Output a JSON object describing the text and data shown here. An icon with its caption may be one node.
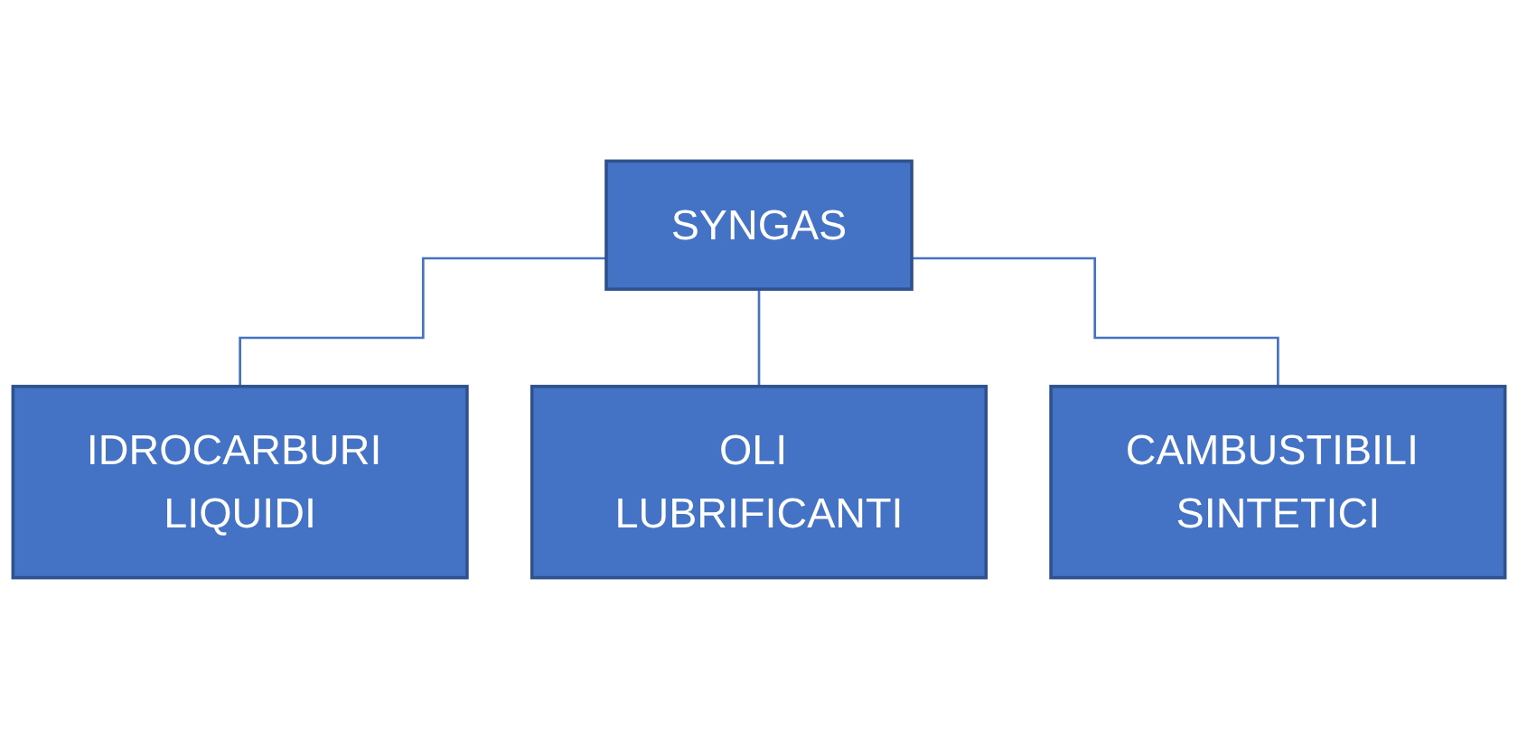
{
  "diagram": {
    "nodes": [
      {
        "text": [
          "SYNGAS"
        ]
      },
      {
        "text": [
          "IDROCARBURI LIQUIDI"
        ]
      },
      {
        "text": [
          "OLI LUBRIFICANTI"
        ]
      },
      {
        "text": [
          "CAMBUSTIBILI SINTETICI"
        ]
      }
    ],
    "edges": [
      {
        "from": 0,
        "to": 1,
        "arrow": "none"
      },
      {
        "from": 0,
        "to": 2,
        "arrow": "none"
      },
      {
        "from": 0,
        "to": 3,
        "arrow": "none"
      }
    ]
  }
}
